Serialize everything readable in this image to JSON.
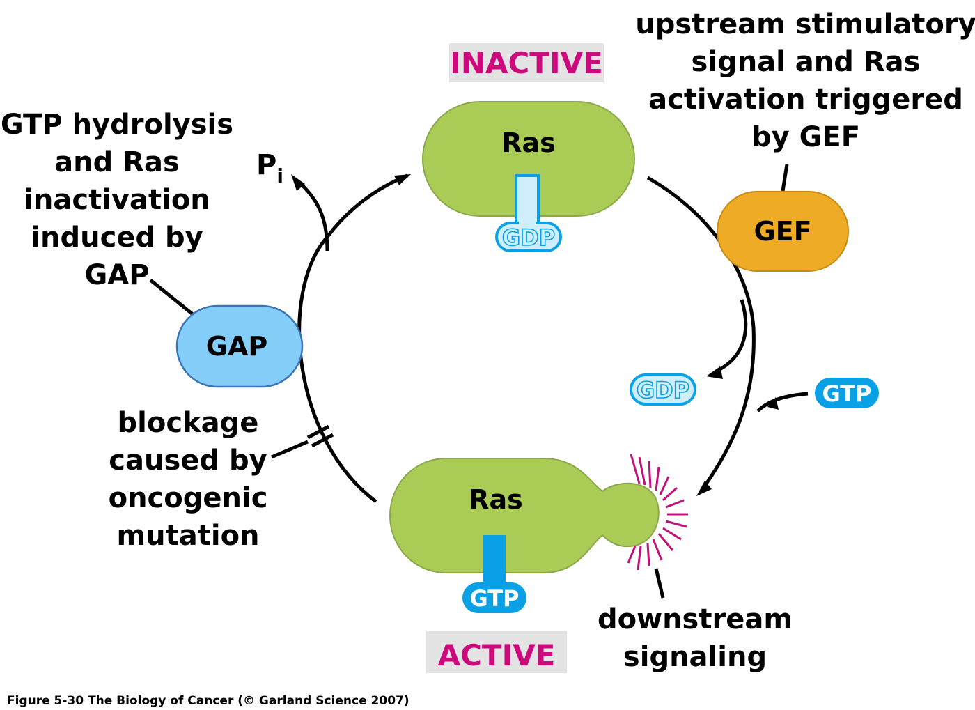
{
  "states": {
    "inactive": "INACTIVE",
    "active": "ACTIVE"
  },
  "nodes": {
    "ras_inactive": "Ras",
    "ras_active": "Ras",
    "gef": "GEF",
    "gap": "GAP"
  },
  "nucleotides": {
    "gdp_bound": "GDP",
    "gdp_released": "GDP",
    "gtp_free": "GTP",
    "gtp_bound": "GTP"
  },
  "phosphate": {
    "symbol": "P",
    "subscript": "i"
  },
  "annotations": {
    "gef_label": [
      "upstream stimulatory",
      "signal and Ras",
      "activation triggered",
      "by GEF"
    ],
    "gap_label": [
      "GTP hydrolysis",
      "and Ras",
      "inactivation",
      "induced by",
      "GAP"
    ],
    "blockage_label": [
      "blockage",
      "caused by",
      "oncogenic",
      "mutation"
    ],
    "downstream_label": [
      "downstream",
      "signaling"
    ]
  },
  "caption": "Figure 5-30  The Biology of Cancer (© Garland Science 2007)",
  "colors": {
    "ras_green": "#abcb57",
    "gef_orange": "#eeab25",
    "gap_blue": "#85cdf9",
    "gtp_blue": "#0aa0e6",
    "gdp_light": "#cfeefb",
    "state_magenta": "#cc0a7c",
    "state_box_gray": "#e3e3e3",
    "burst_magenta": "#c0107a"
  }
}
